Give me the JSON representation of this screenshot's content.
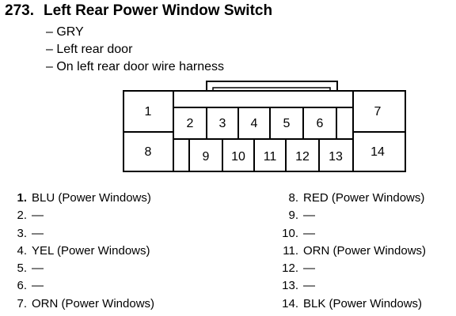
{
  "header": {
    "number": "273.",
    "title": "Left Rear Power Window Switch"
  },
  "notes": [
    "– GRY",
    "– Left rear door",
    "– On left rear door wire harness"
  ],
  "connector": {
    "cavities": [
      "1",
      "2",
      "3",
      "4",
      "5",
      "6",
      "7",
      "8",
      "9",
      "10",
      "11",
      "12",
      "13",
      "14"
    ]
  },
  "pins_left": [
    {
      "num": "1.",
      "label": "BLU (Power Windows)"
    },
    {
      "num": "2.",
      "label": "—"
    },
    {
      "num": "3.",
      "label": "—"
    },
    {
      "num": "4.",
      "label": "YEL (Power Windows)"
    },
    {
      "num": "5.",
      "label": "—"
    },
    {
      "num": "6.",
      "label": "—"
    },
    {
      "num": "7.",
      "label": "ORN (Power Windows)"
    }
  ],
  "pins_right": [
    {
      "num": "8.",
      "label": "RED (Power Windows)"
    },
    {
      "num": "9.",
      "label": "—"
    },
    {
      "num": "10.",
      "label": "—"
    },
    {
      "num": "11.",
      "label": "ORN (Power Windows)"
    },
    {
      "num": "12.",
      "label": "—"
    },
    {
      "num": "13.",
      "label": "—"
    },
    {
      "num": "14.",
      "label": "BLK (Power Windows)"
    }
  ]
}
